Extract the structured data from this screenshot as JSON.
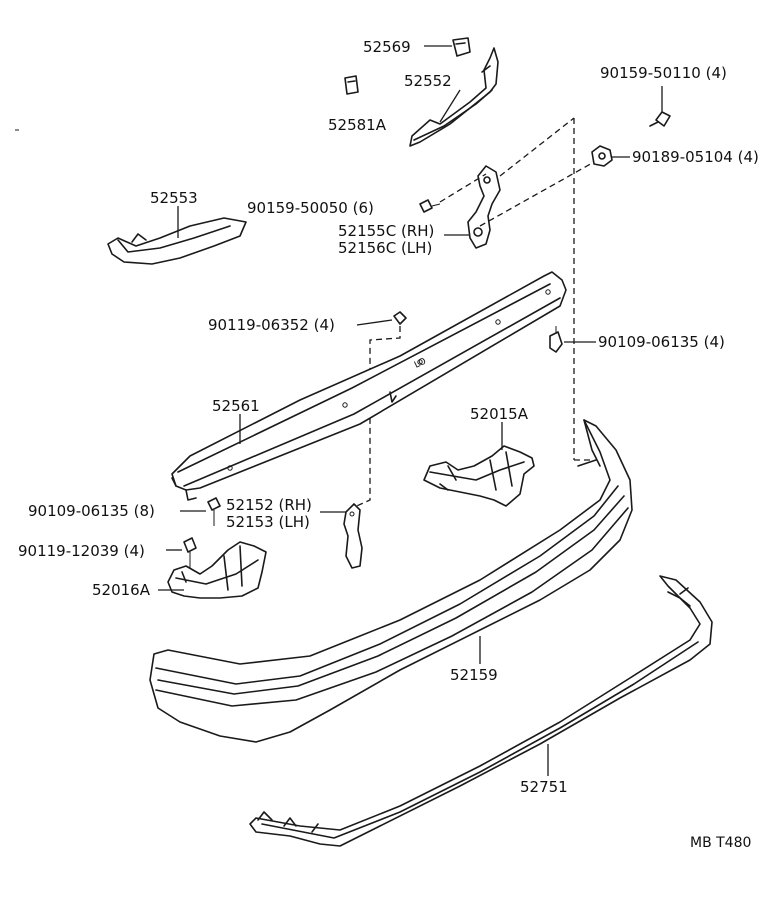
{
  "diagram_code": "MB T480",
  "parts": {
    "p52569": "52569",
    "p52552": "52552",
    "p52581A": "52581A",
    "p52553": "52553",
    "p90159_50110": "90159-50110 (4)",
    "p90189_05104": "90189-05104 (4)",
    "p90159_50050": "90159-50050 (6)",
    "p52155C": "52155C (RH)",
    "p52156C": "52156C (LH)",
    "p90119_06352": "90119-06352 (4)",
    "p90109_06135_top": "90109-06135 (4)",
    "p52561": "52561",
    "p52015A": "52015A",
    "p90109_06135_left": "90109-06135 (8)",
    "p52152": "52152 (RH)",
    "p52153": "52153 (LH)",
    "p90119_12039": "90119-12039 (4)",
    "p52016A": "52016A",
    "p52159": "52159",
    "p52751": "52751"
  }
}
